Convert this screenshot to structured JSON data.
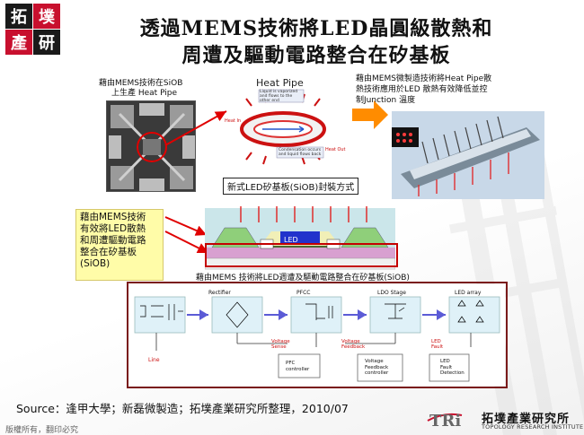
{
  "logo": {
    "chars": [
      "拓",
      "墣",
      "產",
      "研"
    ],
    "colors": [
      "#1a1a1a",
      "#c8102e",
      "#c8102e",
      "#1a1a1a"
    ]
  },
  "title": {
    "line1": "透過MEMS技術將LED晶圓級散熱和",
    "line2": "周遭及驅動電路整合在矽基板"
  },
  "chip_caption": {
    "line1": "藉由MEMS技術在SiOB",
    "line2": "上生產 Heat Pipe"
  },
  "heat_pipe": {
    "title": "Heat Pipe",
    "note_top": [
      "Liquid is vaporized",
      "and flows to the",
      "other end"
    ],
    "heat_in": "Heat In",
    "heat_out": "Heat Out",
    "note_bottom": [
      "Condensation occurs",
      "and liquid flows back"
    ]
  },
  "right_caption": {
    "line1": "藉由MEMS微製造技術將Heat Pipe散",
    "line2": "熱技術應用於LED 散熱有效降低並控",
    "line3": "制Junction 溫度"
  },
  "package_label": "新式LED矽基板(SiOB)封裝方式",
  "yellow_note": {
    "line1": "藉由MEMS技術",
    "line2": "有效將LED散熱",
    "line3": "和周遭驅動電路",
    "line4": "整合在矽基板",
    "line5": "(SiOB)"
  },
  "led_label": "LED",
  "circuit": {
    "title": "藉由MEMS 技術將LED週遭及驅動電路整合在矽基板(SiOB)",
    "stages": [
      "Rectifier",
      "PFCC",
      "LDO Stage",
      "LED array"
    ],
    "line": "Line",
    "voltage_sense": [
      "Voltage",
      "Sense"
    ],
    "voltage_feedback": [
      "Voltage",
      "Feedback"
    ],
    "led_fault": [
      "LED",
      "Fault"
    ],
    "pfc": [
      "PFC",
      "controller"
    ],
    "vfb": [
      "Voltage",
      "Feedback",
      "controller"
    ],
    "fault_det": [
      "LED",
      "Fault",
      "Detection"
    ]
  },
  "source": "Source：逢甲大學；新磊微製造；拓墣產業研究所整理，2010/07",
  "copyright": "版權所有，翻印必究",
  "footer_logo": {
    "mark": "TRi",
    "name": "拓墣產業研究所",
    "english": "TOPOLOGY RESEARCH INSTITUTE"
  }
}
